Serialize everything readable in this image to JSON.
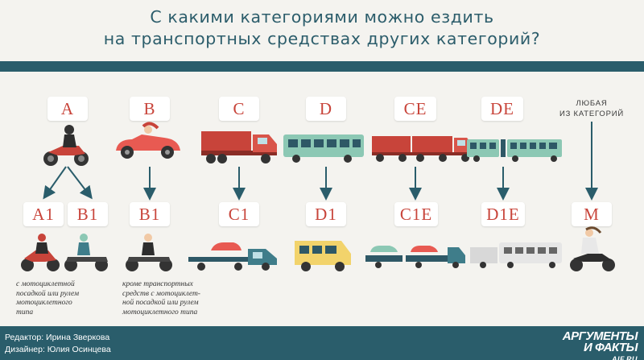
{
  "title": {
    "line1": "С какими категориями можно ездить",
    "line2": "на транспортных средствах других категорий?"
  },
  "categories_top": [
    "A",
    "B",
    "C",
    "D",
    "CE",
    "DE"
  ],
  "any_category": {
    "line1": "ЛЮБАЯ",
    "line2": "ИЗ КАТЕГОРИЙ"
  },
  "categories_bottom": [
    "A1",
    "B1",
    "B1",
    "C1",
    "D1",
    "C1E",
    "D1E",
    "M"
  ],
  "notes": {
    "a_note": [
      "с мотоциклетной",
      "посадкой или рулем",
      "мотоциклетного",
      "типа"
    ],
    "b_note": [
      "кроме транспортных",
      "средств с мотоциклет-",
      "ной посадкой или рулем",
      "мотоциклетного типа"
    ]
  },
  "footer": {
    "editor": "Редактор: Ирина Зверкова",
    "designer": "Дизайнер: Юлия Осинцева",
    "logo_line1": "АРГУМЕНТЫ",
    "logo_line2": "И ФАКТЫ",
    "logo_site": "AIF.RU"
  },
  "colors": {
    "band": "#2a5d6b",
    "badge_text": "#c8443a",
    "arrow": "#2a5d6b",
    "truck_red": "#c8443a",
    "bus_green": "#8cc8b4",
    "minibus_yellow": "#f2d36b"
  },
  "icons": [
    "motorcycle-icon",
    "convertible-car-icon",
    "truck-icon",
    "bus-icon",
    "truck-trailer-icon",
    "articulated-bus-icon",
    "moped-icon",
    "atv-icon",
    "tow-truck-icon",
    "minibus-icon",
    "small-trailer-truck-icon",
    "light-bus-trailer-icon"
  ]
}
